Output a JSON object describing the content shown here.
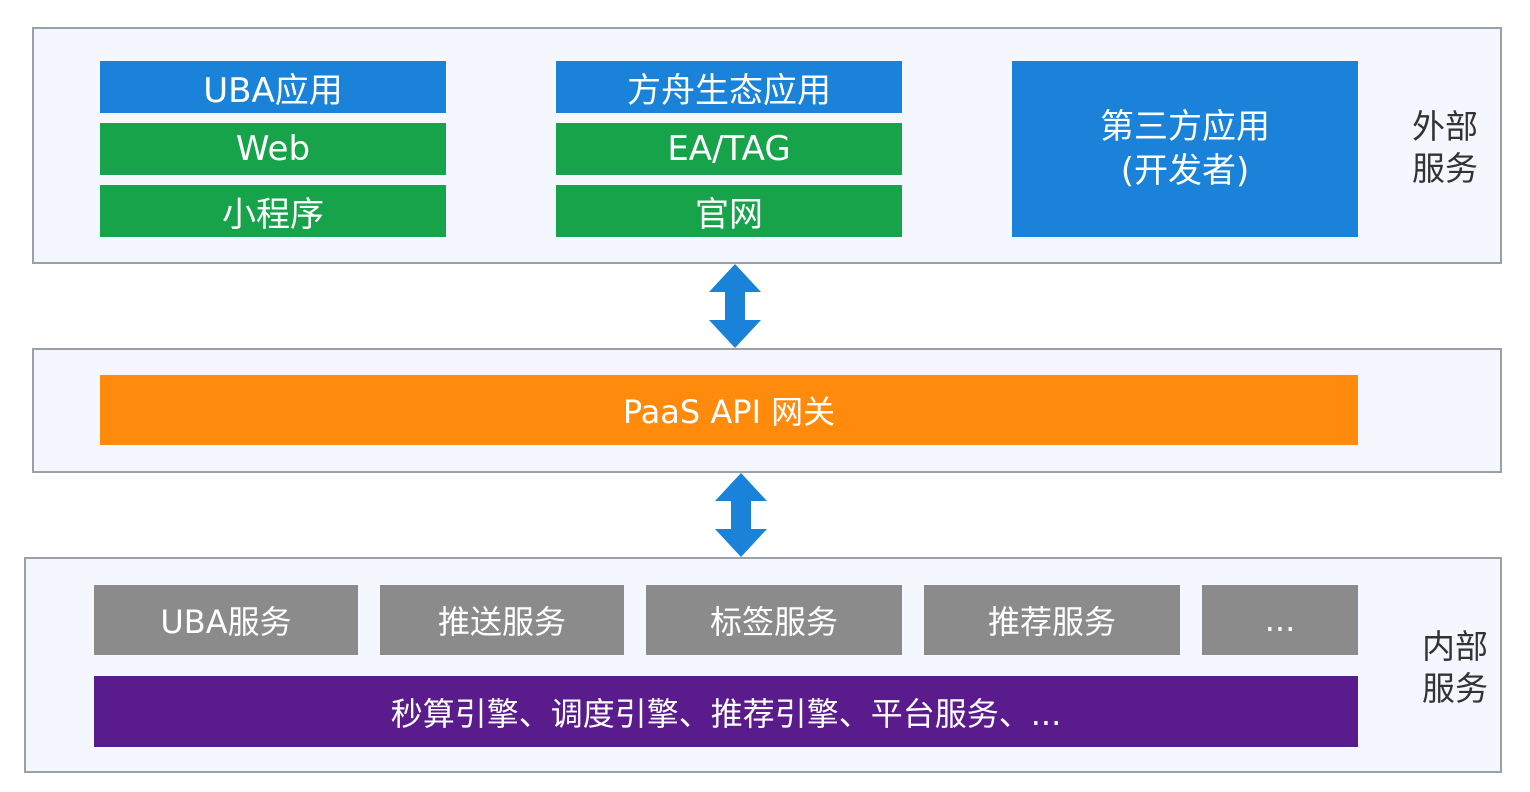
{
  "external_layer": {
    "label_line1": "外部",
    "label_line2": "服务",
    "column1": {
      "header": "UBA应用",
      "items": [
        "Web",
        "小程序"
      ]
    },
    "column2": {
      "header": "方舟生态应用",
      "items": [
        "EA/TAG",
        "官网"
      ]
    },
    "third_party": {
      "line1": "第三方应用",
      "line2": "(开发者)"
    }
  },
  "gateway_layer": {
    "gateway_label": "PaaS API 网关"
  },
  "internal_layer": {
    "label_line1": "内部",
    "label_line2": "服务",
    "services": [
      "UBA服务",
      "推送服务",
      "标签服务",
      "推荐服务",
      "..."
    ],
    "engines": "秒算引擎、调度引擎、推荐引擎、平台服务、..."
  },
  "colors": {
    "blue": "#1a82d8",
    "green": "#17a34a",
    "orange": "#ff8a0c",
    "gray": "#8b8b8b",
    "purple": "#5a1b8c",
    "arrow": "#1a82d8"
  },
  "icons": {
    "arrow_top": "double-arrow-vertical-icon",
    "arrow_bottom": "double-arrow-vertical-icon"
  }
}
